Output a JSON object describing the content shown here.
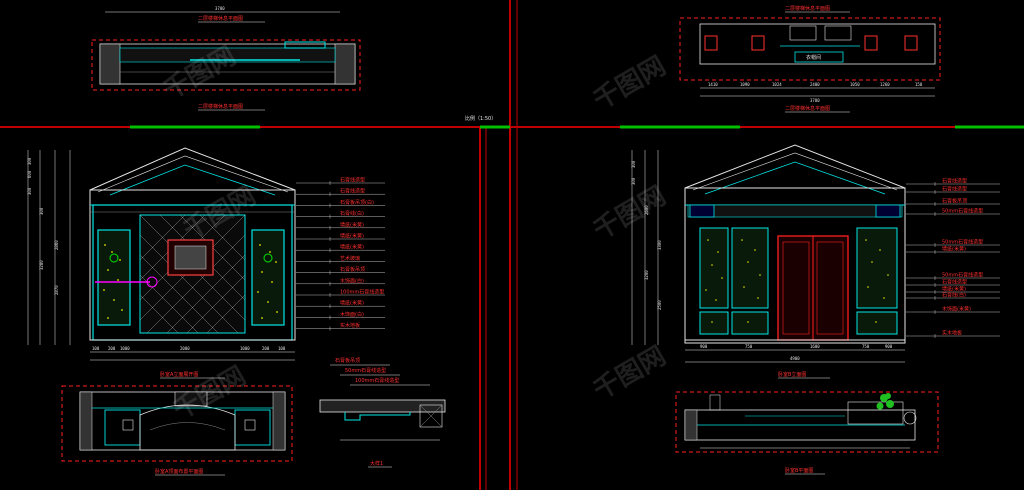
{
  "colors": {
    "background": "#000000",
    "frame": "#ff0000",
    "cyan": "#00e6e6",
    "white": "#e6e6e6",
    "green": "#00c000",
    "magenta": "#ff00ff",
    "yellow": "#e6e600"
  },
  "watermark": "千图网",
  "top_left": {
    "dim_total": "3780",
    "caption_top": "二层楼梯休息平面图",
    "caption_bottom": "二层楼梯休息平面图"
  },
  "top_right": {
    "caption_top": "二层楼梯休息平面图",
    "room_label": "衣帽间",
    "dims": [
      "1410",
      "1090",
      "1024",
      "2400",
      "1050",
      "1260",
      "150"
    ],
    "dim_total": "3780",
    "caption_bottom": "二层楼梯休息平面图"
  },
  "center_note": "比例（1:50）",
  "left_elevation": {
    "vertical_dims": [
      "300",
      "600",
      "300",
      "300",
      "2860",
      "3280",
      "2870"
    ],
    "callouts": [
      "石膏线造型",
      "石膏线造型",
      "石膏板吊顶(白)",
      "石膏线(白)",
      "墙纸(米黄)",
      "墙纸(米黄)",
      "墙纸(米黄)",
      "艺术玻璃",
      "石膏板吊顶",
      "木饰面(白)",
      "100mm石膏线造型",
      "墙纸(米黄)",
      "木饰面(白)",
      "实木地板"
    ],
    "bottom_dims": [
      "100",
      "200",
      "1000",
      "2000",
      "1000",
      "200",
      "100"
    ],
    "caption": "卧室A立面展开图"
  },
  "plan_bottom_left": {
    "caption": "卧室A顶面布置平面图"
  },
  "section_detail": {
    "notes": [
      "石膏板吊顶",
      "50mm石膏线造型",
      "100mm石膏线造型"
    ],
    "caption": "大样1"
  },
  "right_elevation": {
    "vertical_dims": [
      "300",
      "300",
      "2600",
      "3300",
      "3200",
      "2500"
    ],
    "callouts": [
      "石膏线造型",
      "石膏线造型",
      "石膏板吊顶",
      "50mm石膏线造型",
      "50mm石膏线造型",
      "墙纸(米黄)",
      "50mm石膏线造型",
      "石膏线造型",
      "墙纸(米黄)",
      "石膏线(白)",
      "木饰面(米黄)",
      "实木地板"
    ],
    "bottom_dims": [
      "900",
      "750",
      "1600",
      "750",
      "900"
    ],
    "dim_total": "4900",
    "caption": "卧室B立面图"
  },
  "plan_bottom_right": {
    "caption": "卧室B平面图"
  }
}
